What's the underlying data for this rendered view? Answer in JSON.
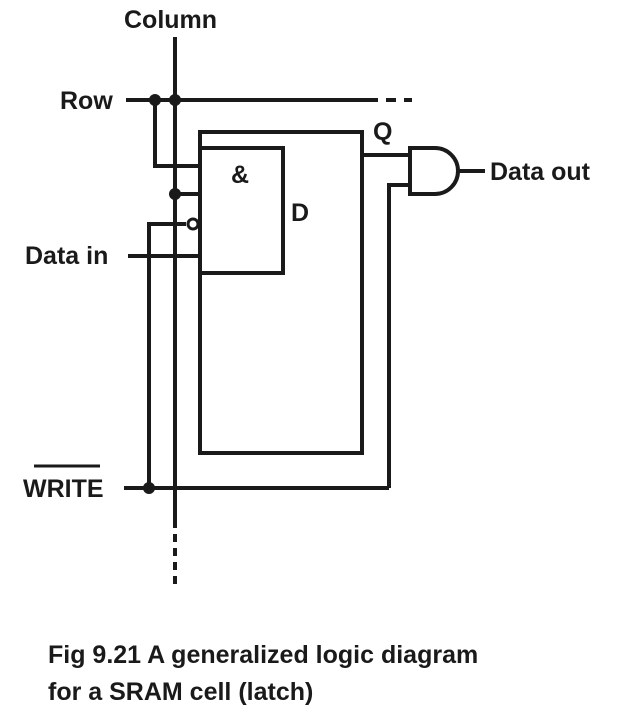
{
  "labels": {
    "column": "Column",
    "row": "Row",
    "q": "Q",
    "and_symbol": "&",
    "d": "D",
    "data_in": "Data in",
    "data_out": "Data out",
    "write": "WRITE"
  },
  "caption": {
    "line1": "Fig 9.21 A generalized logic diagram",
    "line2": "for a SRAM cell (latch)"
  }
}
